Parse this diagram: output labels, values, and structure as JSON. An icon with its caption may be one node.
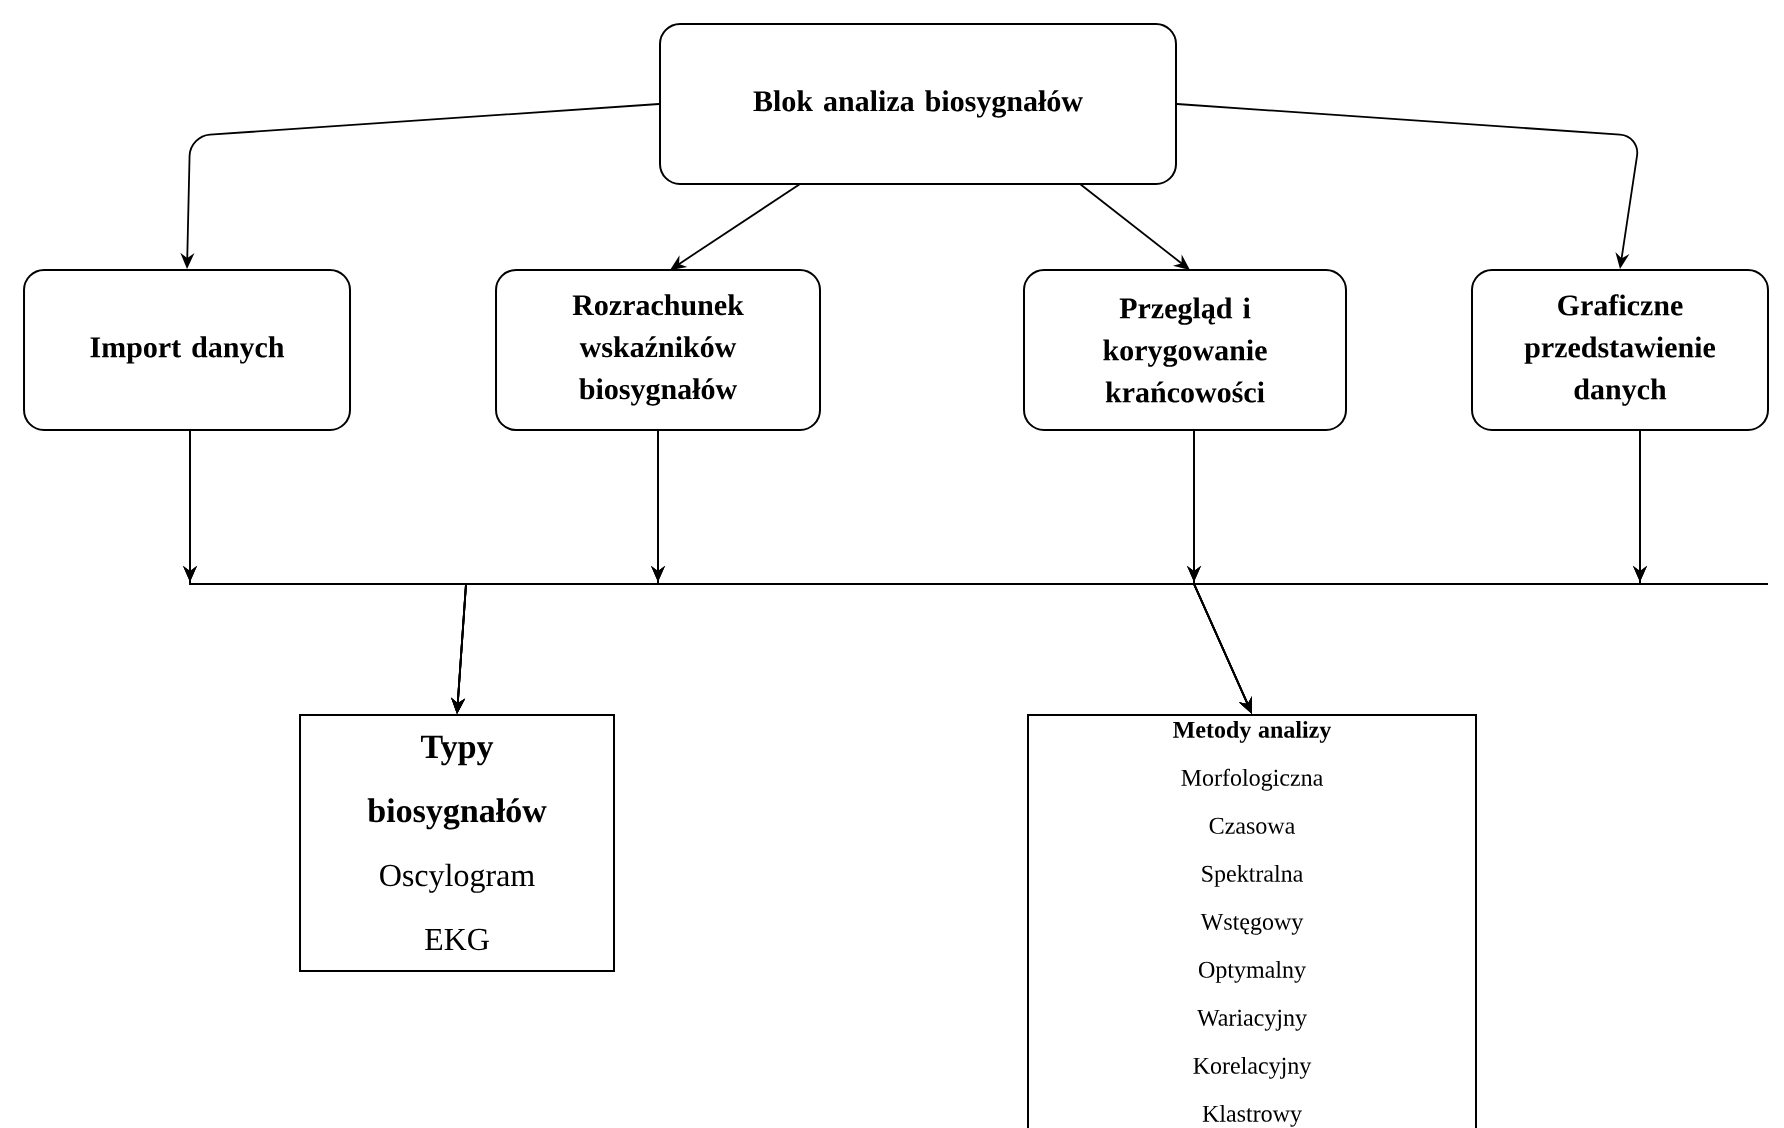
{
  "diagram": {
    "nodes": [
      {
        "text": [
          "Blok analiza biosygnałów"
        ]
      },
      {
        "text": [
          "Import danych"
        ]
      },
      {
        "text": [
          "Rozrachunek wskaźników biosygnałów"
        ]
      },
      {
        "text": [
          "Przegląd i korygowanie krańcowości"
        ]
      },
      {
        "text": [
          "Graficzne przedstawienie danych"
        ]
      },
      {
        "text": [
          "Typy biosygnałów",
          "Oscylogram",
          "EKG"
        ]
      },
      {
        "text": [
          "Metody analizy",
          "Morfologiczna",
          "Czasowa",
          "Spektralna",
          "Wstęgowy",
          "Optymalny",
          "Wariacyjny",
          "Korelacyjny",
          "Klastrowy"
        ]
      }
    ],
    "edges": [
      {
        "from": 0,
        "to": 1,
        "arrow": "to"
      },
      {
        "from": 0,
        "to": 2,
        "arrow": "to"
      },
      {
        "from": 0,
        "to": 3,
        "arrow": "to"
      },
      {
        "from": 0,
        "to": 4,
        "arrow": "to"
      },
      {
        "from": 1,
        "to": 5,
        "arrow": "to"
      },
      {
        "from": 1,
        "to": 6,
        "arrow": "to"
      },
      {
        "from": 2,
        "to": 5,
        "arrow": "to"
      },
      {
        "from": 2,
        "to": 6,
        "arrow": "to"
      },
      {
        "from": 3,
        "to": 5,
        "arrow": "to"
      },
      {
        "from": 3,
        "to": 6,
        "arrow": "to"
      },
      {
        "from": 4,
        "to": 5,
        "arrow": "to"
      },
      {
        "from": 4,
        "to": 6,
        "arrow": "to"
      }
    ]
  }
}
